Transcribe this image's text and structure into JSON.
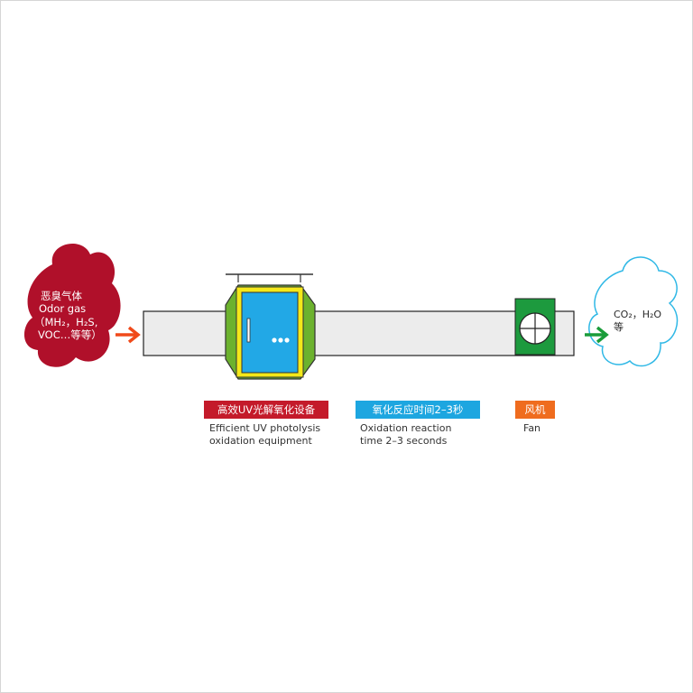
{
  "colors": {
    "odor_cloud": "#b0102a",
    "clean_cloud_stroke": "#2fb8e6",
    "pipe_fill": "#ececec",
    "pipe_stroke": "#222222",
    "input_arrow": "#f04a1a",
    "output_arrow": "#1a9c3a",
    "uv_side": "#6cb22e",
    "uv_frame": "#f4e81a",
    "uv_panel": "#22a8e6",
    "fan_body": "#1d9a3e",
    "tag_uv": "#c41a2a",
    "tag_oxidation": "#1da6e0",
    "tag_fan": "#ef6c1e"
  },
  "input_gas": {
    "cn_label": "恶臭气体",
    "en_label": "Odor gas",
    "formula_line": "（MH₂，H₂S,",
    "voc_line": "VOC…等等）"
  },
  "output_gas": {
    "formula_line": "CO₂，H₂O",
    "etc_line": "等"
  },
  "components": {
    "uv_equipment": {
      "tag": "高效UV光解氧化设备",
      "caption_line1": "Efficient UV photolysis",
      "caption_line2": "oxidation equipment"
    },
    "oxidation": {
      "tag": "氧化反应时间2–3秒",
      "caption_line1": "Oxidation reaction",
      "caption_line2": "time 2–3 seconds"
    },
    "fan": {
      "tag": "风机",
      "caption_line1": "Fan"
    }
  }
}
